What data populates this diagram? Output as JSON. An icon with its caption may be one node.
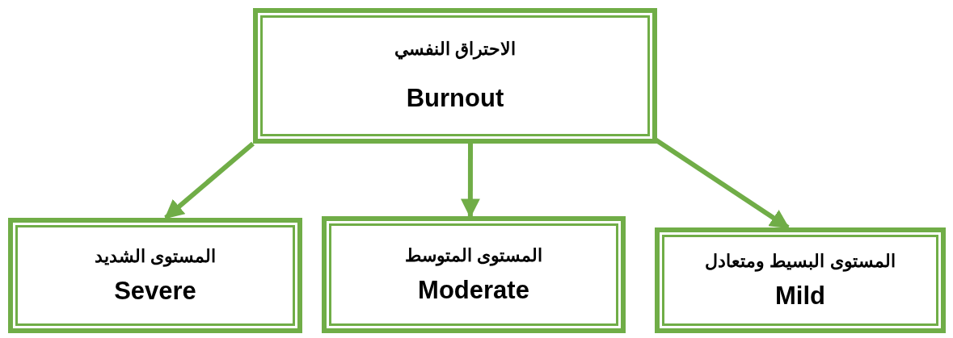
{
  "diagram": {
    "nodes": [
      {
        "text": [
          "الاحتراق النفسي",
          "Burnout"
        ]
      },
      {
        "text": [
          "المستوى الشديد",
          "Severe"
        ]
      },
      {
        "text": [
          "المستوى المتوسط",
          "Moderate"
        ]
      },
      {
        "text": [
          "المستوى البسيط ومتعادل",
          "Mild"
        ]
      }
    ],
    "edges": [
      {
        "from": 0,
        "to": 1,
        "arrow": "to"
      },
      {
        "from": 0,
        "to": 2,
        "arrow": "to"
      },
      {
        "from": 0,
        "to": 3,
        "arrow": "to"
      }
    ]
  }
}
